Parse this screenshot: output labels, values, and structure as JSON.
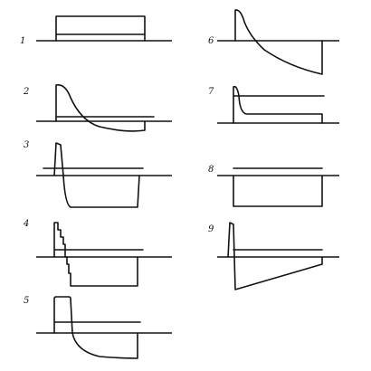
{
  "panels": [
    {
      "id": "1",
      "label": "1"
    },
    {
      "id": "2",
      "label": "2"
    },
    {
      "id": "3",
      "label": "3"
    },
    {
      "id": "4",
      "label": "4"
    },
    {
      "id": "5",
      "label": "5"
    },
    {
      "id": "6",
      "label": "6"
    },
    {
      "id": "7",
      "label": "7"
    },
    {
      "id": "8",
      "label": "8"
    },
    {
      "id": "9",
      "label": "9"
    }
  ],
  "colors": {
    "ink": "#111111",
    "background": "#ffffff"
  }
}
